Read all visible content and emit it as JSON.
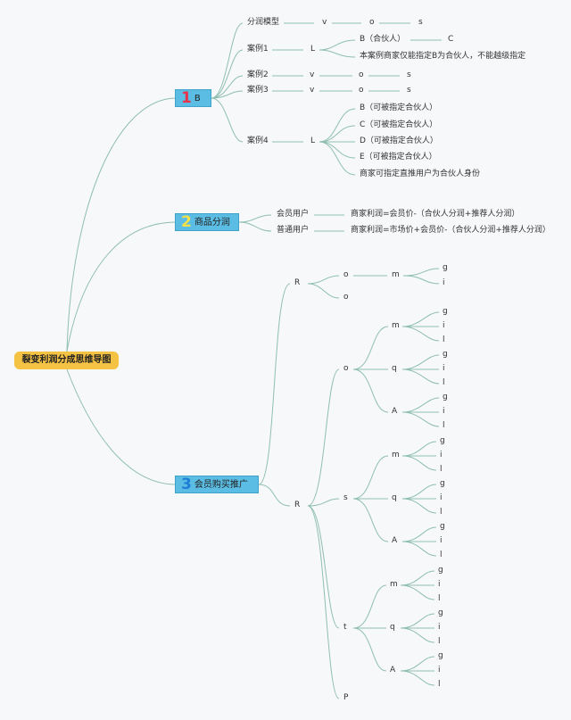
{
  "root": "裂变利润分成思维导图",
  "colors": {
    "num1": "#e8344a",
    "num2": "#f5e04a",
    "num3": "#1f7fd6",
    "branch": "#5bbde3",
    "root": "#f5c343",
    "line": "#8fbfae"
  },
  "branch1": {
    "num": "1",
    "label": "B",
    "model": {
      "label": "分润模型",
      "a": "v",
      "b": "o",
      "c": "s"
    },
    "case1": {
      "label": "案例1",
      "a": "L",
      "b": "B（合伙人）",
      "c": "C",
      "note": "本案例商家仅能指定B为合伙人，不能越级指定"
    },
    "case2": {
      "label": "案例2",
      "a": "v",
      "b": "o",
      "c": "s"
    },
    "case3": {
      "label": "案例3",
      "a": "v",
      "b": "o",
      "c": "s"
    },
    "case4": {
      "label": "案例4",
      "a": "L",
      "items": [
        "B（可被指定合伙人）",
        "C（可被指定合伙人）",
        "D（可被指定合伙人）",
        "E（可被指定合伙人）",
        "商家可指定直推用户为合伙人身份"
      ]
    }
  },
  "branch2": {
    "num": "2",
    "label": "商品分润",
    "member": {
      "label": "会员用户",
      "formula": "商家利润=会员价-（合伙人分润+推荐人分润）"
    },
    "normal": {
      "label": "普通用户",
      "formula": "商家利润=市场价+会员价-（合伙人分润+推荐人分润）"
    }
  },
  "branch3": {
    "num": "3",
    "label": "会员购买推广",
    "r1": {
      "label": "R",
      "o1": "o",
      "m": "m",
      "g": "g",
      "i": "i",
      "o2": "o"
    },
    "r2": {
      "label": "R",
      "groups": [
        {
          "label": "o",
          "subs": [
            {
              "label": "m",
              "leaves": [
                "g",
                "i",
                "l"
              ]
            },
            {
              "label": "q",
              "leaves": [
                "g",
                "i",
                "l"
              ]
            },
            {
              "label": "A",
              "leaves": [
                "g",
                "i",
                "l"
              ]
            }
          ]
        },
        {
          "label": "s",
          "subs": [
            {
              "label": "m",
              "leaves": [
                "g",
                "i",
                "l"
              ]
            },
            {
              "label": "q",
              "leaves": [
                "g",
                "i",
                "l"
              ]
            },
            {
              "label": "A",
              "leaves": [
                "g",
                "i",
                "l"
              ]
            }
          ]
        },
        {
          "label": "t",
          "subs": [
            {
              "label": "m",
              "leaves": [
                "g",
                "i",
                "l"
              ]
            },
            {
              "label": "q",
              "leaves": [
                "g",
                "i",
                "l"
              ]
            },
            {
              "label": "A",
              "leaves": [
                "g",
                "i",
                "l"
              ]
            }
          ]
        }
      ],
      "p": "P"
    }
  }
}
